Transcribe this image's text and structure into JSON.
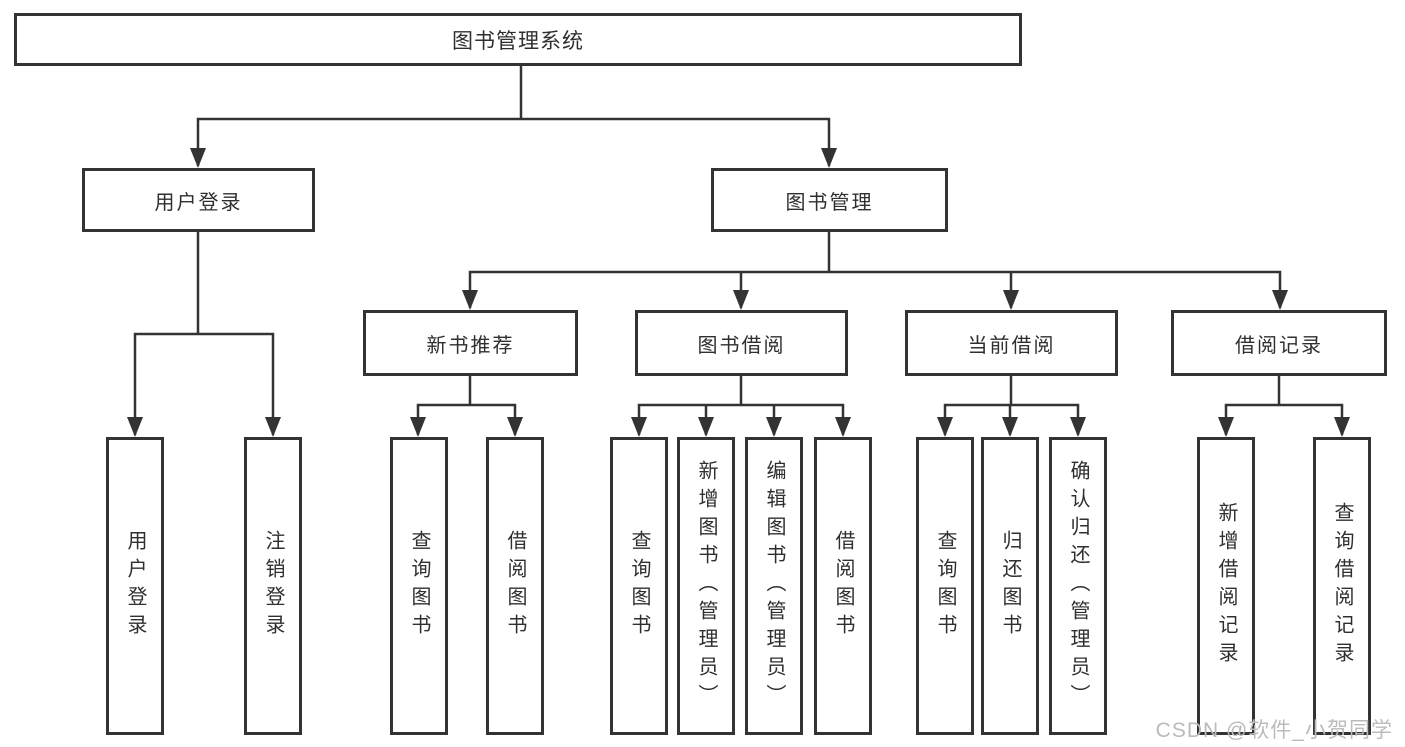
{
  "tree": {
    "root": {
      "label": "图书管理系统"
    },
    "branches": [
      {
        "label": "用户登录",
        "children": [
          {
            "label": "用户登录"
          },
          {
            "label": "注销登录"
          }
        ]
      },
      {
        "label": "图书管理",
        "sections": [
          {
            "label": "新书推荐",
            "children": [
              {
                "label": "查询图书"
              },
              {
                "label": "借阅图书"
              }
            ]
          },
          {
            "label": "图书借阅",
            "children": [
              {
                "label": "查询图书"
              },
              {
                "label": "新增图书（管理员）"
              },
              {
                "label": "编辑图书（管理员）"
              },
              {
                "label": "借阅图书"
              }
            ]
          },
          {
            "label": "当前借阅",
            "children": [
              {
                "label": "查询图书"
              },
              {
                "label": "归还图书"
              },
              {
                "label": "确认归还（管理员）"
              }
            ]
          },
          {
            "label": "借阅记录",
            "children": [
              {
                "label": "新增借阅记录"
              },
              {
                "label": "查询借阅记录"
              }
            ]
          }
        ]
      }
    ]
  },
  "watermark": {
    "text": "CSDN @软件_小贺同学"
  },
  "colors": {
    "line": "#333333",
    "text": "#2f2f2f",
    "watermark": "#bbbbbd",
    "background": "#ffffff"
  }
}
